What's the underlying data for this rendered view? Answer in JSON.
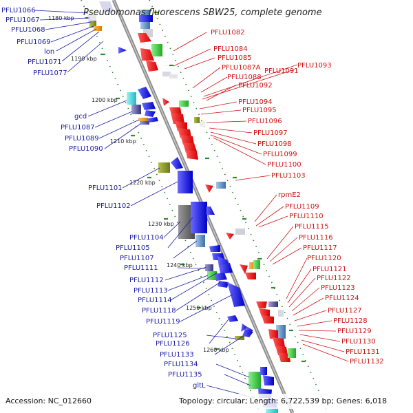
{
  "title": "Pseudomonas fluorescens SBW25, complete genome",
  "footer": {
    "accession": "Accession: NC_012660",
    "summary": "Topology: circular; Length: 6,722,539 bp; Genes: 6,018"
  },
  "kbp_ticks": [
    "1180 kbp",
    "1190 kbp",
    "1200 kbp",
    "1210 kbp",
    "1220 kbp",
    "1230 kbp",
    "1240 kbp",
    "1250 kbp",
    "1260 kbp"
  ],
  "left_labels": [
    "PFLU1066",
    "PFLU1067",
    "PFLU1068",
    "PFLU1069",
    "lon",
    "PFLU1071",
    "PFLU1077",
    "gcd",
    "PFLU1087",
    "PFLU1089",
    "PFLU1090",
    "PFLU1101",
    "PFLU1102",
    "PFLU1104",
    "PFLU1105",
    "PFLU1107",
    "PFLU1111",
    "PFLU1112",
    "PFLU1113",
    "PFLU1114",
    "PFLU1118",
    "PFLU1119",
    "PFLU1125",
    "PFLU1126",
    "PFLU1133",
    "PFLU1134",
    "PFLU1135",
    "gltL"
  ],
  "right_labels": [
    "PFLU1082",
    "PFLU1084",
    "PFLU1085",
    "PFLU1087A",
    "PFLU1088",
    "PFLU1091",
    "PFLU1093",
    "PFLU1092",
    "PFLU1094",
    "PFLU1095",
    "PFLU1096",
    "PFLU1097",
    "PFLU1098",
    "PFLU1099",
    "PFLU1100",
    "PFLU1103",
    "rpmE2",
    "PFLU1109",
    "PFLU1110",
    "PFLU1115",
    "PFLU1116",
    "PFLU1117",
    "PFLU1120",
    "PFLU1121",
    "PFLU1122",
    "PFLU1123",
    "PFLU1124",
    "PFLU1127",
    "PFLU1128",
    "PFLU1129",
    "PFLU1130",
    "PFLU1131",
    "PFLU1132"
  ],
  "colors": {
    "forward_genes": "#1414e0",
    "reverse_genes": "#e81010",
    "backbone": "#909090",
    "tick_marks": "#2a8a2a",
    "left_label": "#1a1aa6",
    "right_label": "#d01010"
  }
}
